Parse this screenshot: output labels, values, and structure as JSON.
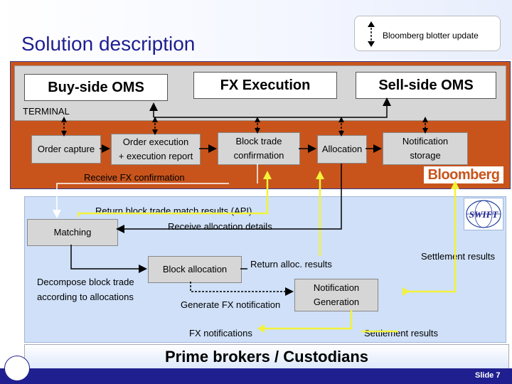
{
  "header": {
    "title": "Solution description",
    "legend_label": "Bloomberg blotter update"
  },
  "terminal": {
    "buy_side": "Buy-side OMS",
    "fx_execution": "FX Execution",
    "sell_side": "Sell-side OMS",
    "label": "TERMINAL",
    "order_capture": "Order capture",
    "order_execution_line1": "Order execution",
    "order_execution_line2": "+ execution report",
    "block_trade_line1": "Block trade",
    "block_trade_line2": "confirmation",
    "allocation": "Allocation",
    "notification_line1": "Notification",
    "notification_line2": "storage",
    "receive_fx": "Receive FX confirmation",
    "bloomberg_logo": "Bloomberg"
  },
  "flow": {
    "return_block": "Return block trade match results (API)",
    "matching": "Matching",
    "receive_alloc": "Receive allocation details",
    "settlement_results_top": "Settlement results",
    "block_allocation": "Block allocation",
    "return_alloc": "Return alloc. results",
    "decompose_line1": "Decompose block trade",
    "decompose_line2": "according to allocations",
    "generation_line1": "Notification",
    "generation_line2": "Generation",
    "generate_fx": "Generate FX notification",
    "fx_notifications": "FX notifications",
    "settlement_results_bottom": "Settlement results",
    "swift_logo": "SWIFT"
  },
  "footer": {
    "prime_brokers": "Prime brokers / Custodians",
    "slide": "Slide 7"
  },
  "colors": {
    "terminal_bg": "#c8541c",
    "blue_area": "#cfe0f8",
    "title": "#1f1f8f",
    "arrow_yellow": "#f2f23a"
  }
}
